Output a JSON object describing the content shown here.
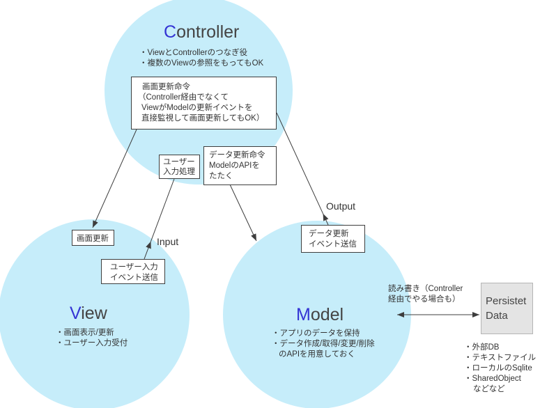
{
  "colors": {
    "circle_fill": "#c6edfa",
    "accent_initial": "#3434d4",
    "persist_box_fill": "#e4e4e4",
    "line": "#3d3d3d",
    "text": "#333333"
  },
  "controller": {
    "title": "Controller",
    "bullets": [
      "・ViewとControllerのつなぎ役",
      "・複数のViewの参照をもってもOK"
    ],
    "refresh_command_box": [
      "画面更新命令",
      "（Controller経由でなくて",
      "ViewがModelの更新イベントを",
      "直接監視して画面更新してもOK）"
    ],
    "user_input_box": [
      "ユーザー",
      "入力処理"
    ],
    "data_update_box": [
      "データ更新命令",
      "ModelのAPIを",
      "たたく"
    ]
  },
  "view": {
    "title": "View",
    "bullets": [
      "・画面表示/更新",
      "・ユーザー入力受付"
    ],
    "refresh_box": "画面更新",
    "input_event_box": [
      "ユーザー入力",
      "イベント送信"
    ]
  },
  "model": {
    "title": "Model",
    "bullets": [
      "・アプリのデータを保持",
      "・データ作成/取得/変更/削除",
      "のAPIを用意しておく"
    ],
    "update_event_box": [
      "データ更新",
      "イベント送信"
    ]
  },
  "flow_labels": {
    "input": "Input",
    "output": "Output"
  },
  "persistence": {
    "read_write_label": [
      "読み書き（Controller",
      "経由でやる場合も）"
    ],
    "box": [
      "Persistet",
      "Data"
    ],
    "examples": [
      "・外部DB",
      "・テキストファイル",
      "・ローカルのSqlite",
      "・SharedObject",
      "などなど"
    ]
  }
}
